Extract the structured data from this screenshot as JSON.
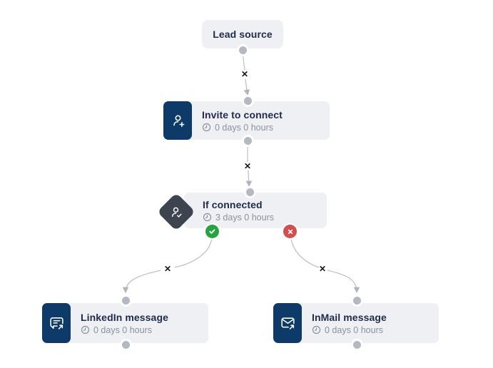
{
  "colors": {
    "canvas_bg": "#ffffff",
    "node_bg": "#eef0f3",
    "icon_navy": "#0e3a69",
    "diamond_slate": "#3d434f",
    "title_text": "#1f2b48",
    "delay_text": "#8b919e",
    "edge_line": "#c0c2c8",
    "port_gray": "#b4b8c2",
    "yes_green": "#27a344",
    "no_red": "#d04f4f"
  },
  "nodes": {
    "lead_source": {
      "title": "Lead source"
    },
    "invite": {
      "title": "Invite to connect",
      "delay": "0 days 0 hours",
      "icon": "person-add-icon"
    },
    "if_connected": {
      "title": "If connected",
      "delay": "3 days 0 hours",
      "icon": "person-check-icon"
    },
    "linkedin_message": {
      "title": "LinkedIn message",
      "delay": "0 days 0 hours",
      "icon": "chat-send-icon"
    },
    "inmail_message": {
      "title": "InMail message",
      "delay": "0 days 0 hours",
      "icon": "mail-send-icon"
    }
  },
  "edges": {
    "delete_glyph": "✕"
  },
  "badges": {
    "yes": "check-icon",
    "no": "cross-icon"
  }
}
